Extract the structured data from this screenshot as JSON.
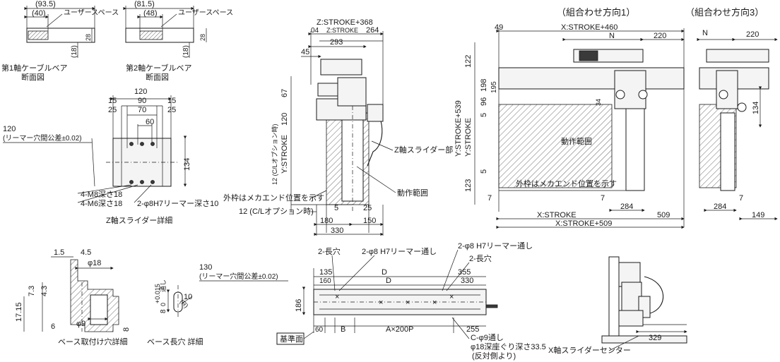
{
  "cable_sections": {
    "axis1": {
      "label_line1": "第1軸ケーブルベア",
      "label_line2": "断面図",
      "dim_outer": "(93.5)",
      "dim_inner": "(40)",
      "dim_height": "(18)",
      "dim_side": "28",
      "user_space": "ユーザースペース"
    },
    "axis2": {
      "label_line1": "第2軸ケーブルベア",
      "label_line2": "断面図",
      "dim_outer": "(81.5)",
      "dim_inner": "(48)",
      "dim_height": "(18)",
      "dim_side": "28",
      "user_space": "ユーザースペース"
    }
  },
  "z_slider_detail": {
    "title": "Z軸スライダー詳細",
    "dims_top": [
      "120",
      "15",
      "90",
      "15",
      "25",
      "70",
      "25",
      "60"
    ],
    "dim_side": "134",
    "tol_line1": "120",
    "tol_line2": "(リーマー穴間公差±0.02)",
    "callout1": "4-M8深さ18",
    "callout2": "4-M6深さ18",
    "callout3": "2-φ8H7リーマー深さ10"
  },
  "front_view": {
    "dims": {
      "z_stroke": "Z:STROKE+368",
      "d04": "04",
      "z_stroke_small": "Z:STROKE",
      "d264": "264",
      "d293": "293",
      "d45": "45",
      "d67": "67",
      "d120": "120",
      "y_cl": "12 (C/Lオプション時)",
      "y_stroke": "Y:STROKE",
      "d5": "5",
      "d25": "25",
      "d180": "180",
      "d150": "150",
      "d330": "330",
      "cl_bottom": "12 (C/Lオプション時)"
    },
    "callout_slider": "Z軸スライダー部",
    "callout_range": "動作範囲",
    "callout_frame": "外枠はメカエンド位置を示す"
  },
  "combo1": {
    "title": "（組合わせ方向1）",
    "dims": {
      "d49": "49",
      "x_stroke_460": "X:STROKE+460",
      "n": "N",
      "d220": "220",
      "d122": "122",
      "d198": "198",
      "d96": "96",
      "d195": "195",
      "y_stroke_539": "Y:STROKE+539",
      "y_stroke": "Y:STROKE",
      "d5a": "5",
      "d5b": "5",
      "d123": "123",
      "d34": "34",
      "d7a": "7",
      "d7b": "7",
      "d284": "284",
      "d509": "509",
      "x_stroke": "X:STROKE",
      "x_stroke_509": "X:STROKE+509"
    },
    "range_label": "動作範囲",
    "frame_note": "外枠はメカエンド位置を示す"
  },
  "combo3": {
    "title": "（組合わせ方向3）",
    "dims": {
      "n": "N",
      "d220": "220",
      "d134": "134",
      "d7": "7",
      "d284": "284",
      "d149": "149"
    }
  },
  "base_hole_detail": {
    "title": "ベース取付け穴詳細",
    "dims": [
      "1.5",
      "4.5",
      "φ18",
      "7.3",
      "4.3",
      "17.15",
      "6",
      "φ9",
      "8"
    ]
  },
  "base_slot_detail": {
    "title": "ベース長穴 詳細",
    "dims": [
      "8",
      "+0.015",
      "0",
      "通し",
      "10",
      "(R)"
    ]
  },
  "base_plan": {
    "callouts": {
      "slot1": "2-長穴",
      "reamer": "2-φ8 H7リーマー通し",
      "reamer2": "2-φ8 H7リーマー通し",
      "slot2": "2-長穴"
    },
    "dims": {
      "d135": "135",
      "d160": "160",
      "dD1": "D",
      "dD2": "D",
      "d355": "355",
      "d330": "330",
      "d186": "186",
      "d60": "60",
      "dB": "B",
      "pitch": "A×200P",
      "d255": "255"
    },
    "ref_face": "基準面",
    "bore_line1": "C-φ9通し",
    "bore_line2": "φ18深座ぐり深さ33.5",
    "bore_line3": "(反対側より)",
    "tol_line1": "130",
    "tol_line2": "(リーマー穴間公差±0.02)"
  },
  "side_view": {
    "dim": "329",
    "center_label": "X軸スライダーセンター"
  }
}
